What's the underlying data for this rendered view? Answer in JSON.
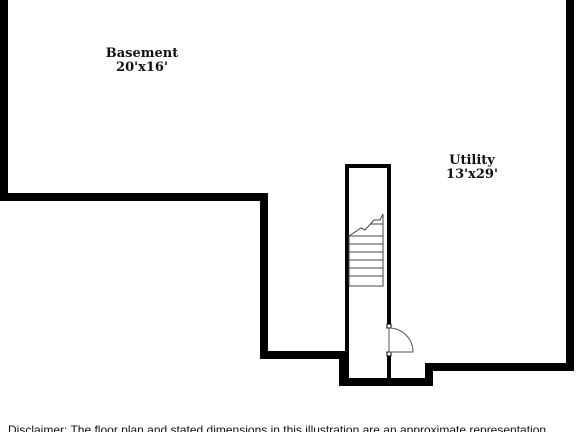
{
  "rooms": {
    "basement": {
      "name": "Basement",
      "dimensions": "20'x16'"
    },
    "utility": {
      "name": "Utility",
      "dimensions": "13'x29'"
    }
  },
  "disclaimer": "Disclaimer: The floor plan and stated dimensions in this illustration are an approximate representation"
}
